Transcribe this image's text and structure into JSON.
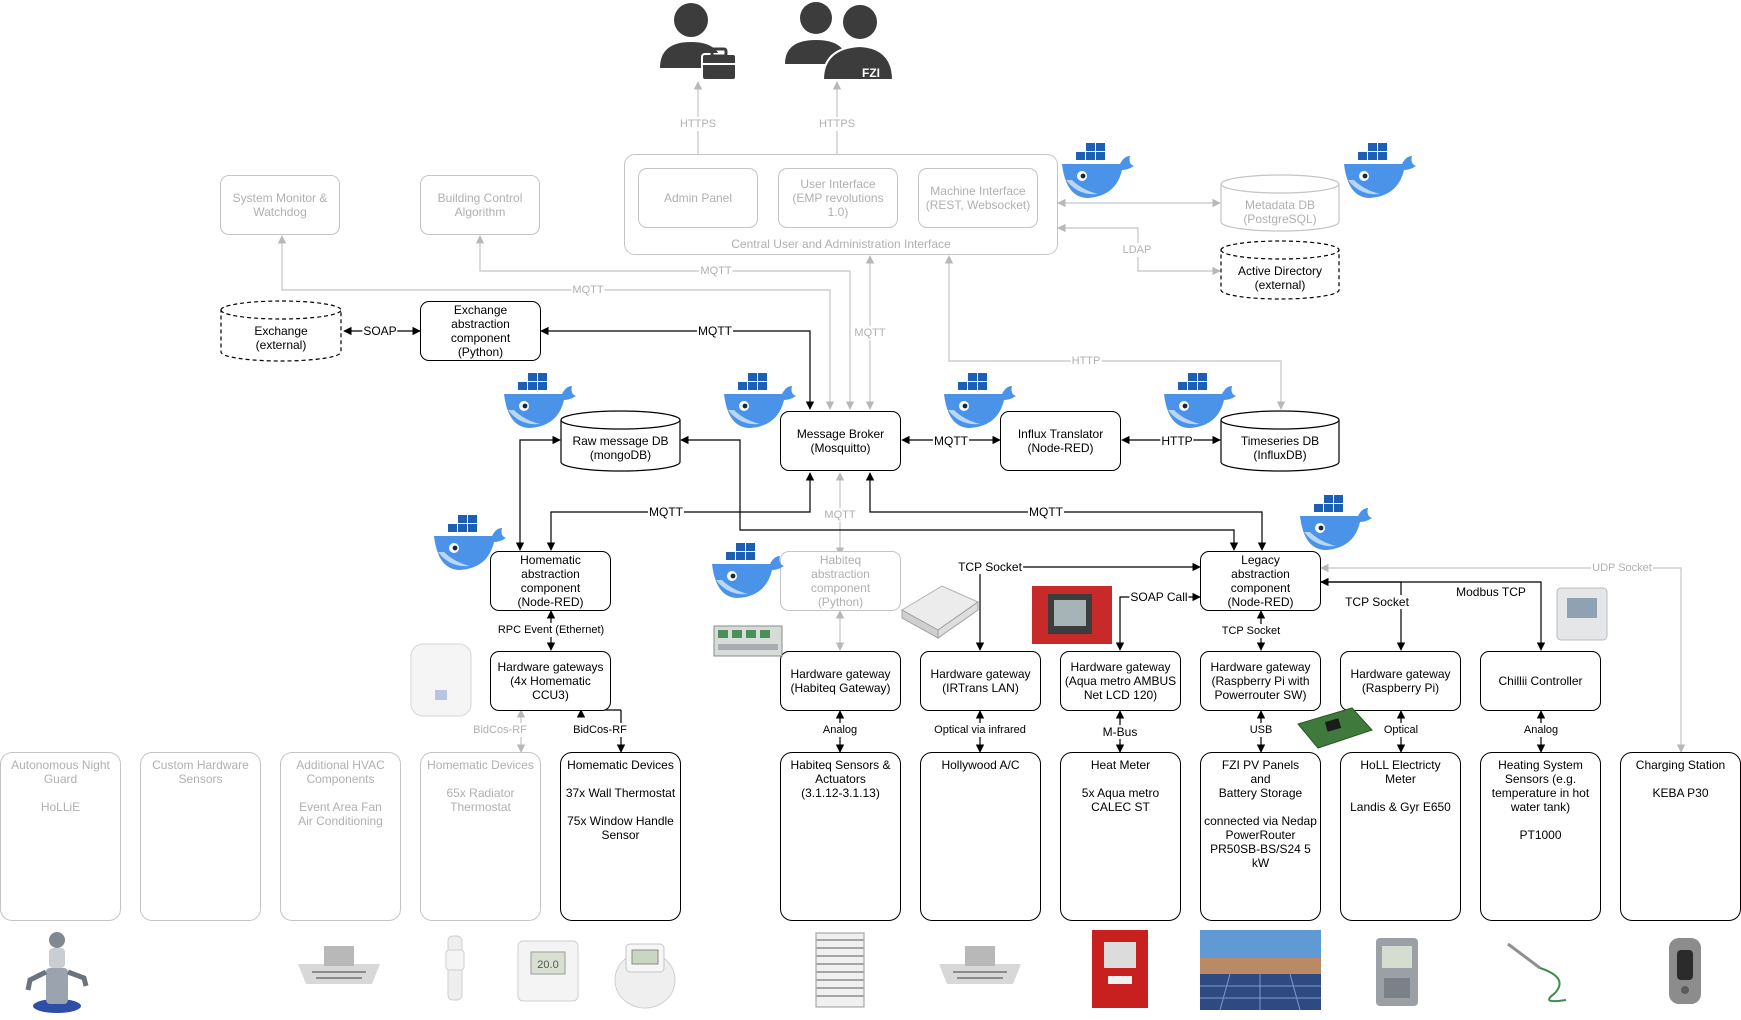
{
  "users": {
    "admin_icon": "admin-user-icon",
    "fzi_icon": "fzi-user-group-icon",
    "fzi_badge": "FZI"
  },
  "central": {
    "label": "Central User and Administration Interface",
    "admin_panel": "Admin Panel",
    "user_interface": "User Interface\n(EMP revolutions 1.0)",
    "machine_interface": "Machine Interface\n(REST, Websocket)"
  },
  "nodes": {
    "system_monitor": "System Monitor &\nWatchdog",
    "building_control": "Building Control\nAlgorithm",
    "exchange_abstraction": "Exchange abstraction\ncomponent\n(Python)",
    "message_broker": "Message Broker\n(Mosquitto)",
    "influx_translator": "Influx Translator\n(Node-RED)",
    "homematic_abstraction": "Homematic\nabstraction\ncomponent\n(Node-RED)",
    "habiteq_abstraction": "Habiteq\nabstraction\ncomponent\n(Python)",
    "legacy_abstraction": "Legacy\nabstraction\ncomponent\n(Node-RED)"
  },
  "databases": {
    "metadata": "Metadata DB\n(PostgreSQL)",
    "active_directory": "Active Directory\n(external)",
    "exchange": "Exchange\n(external)",
    "raw_message": "Raw message DB\n(mongoDB)",
    "timeseries": "Timeseries DB\n(InfluxDB)"
  },
  "gateways": {
    "homematic": "Hardware gateways\n(4x Homematic\nCCU3)",
    "habiteq": "Hardware gateway\n(Habiteq Gateway)",
    "irtrans": "Hardware gateway\n(IRTrans LAN)",
    "aqua": "Hardware gateway\n(Aqua metro AMBUS\nNet LCD 120)",
    "raspi_sw": "Hardware gateway\n(Raspberry Pi with\nPowerrouter SW)",
    "raspi": "Hardware gateway\n(Raspberry Pi)",
    "chillii": "Chillii Controller"
  },
  "devices": {
    "night_guard": "Autonomous Night\nGuard\n\nHoLLiE",
    "custom_hw": "Custom Hardware\nSensors",
    "hvac": "Additional HVAC\nComponents\n\nEvent Area Fan\nAir Conditioning",
    "homematic_faded": "Homematic Devices\n\n65x Radiator\nThermostat",
    "homematic": "Homematic Devices\n\n37x Wall Thermostat\n\n75x Window Handle\nSensor",
    "habiteq": "Habiteq Sensors &\nActuators\n(3.1.12-3.1.13)",
    "hollywood": "Hollywood A/C",
    "heat_meter": "Heat Meter\n\n5x Aqua metro\nCALEC ST",
    "pv": "FZI PV Panels\nand\nBattery Storage\n\nconnected via Nedap\nPowerRouter\nPR50SB-BS/S24 5\nkW",
    "electricity": "HoLL Electricty Meter\n\nLandis & Gyr E650",
    "heating": "Heating System\nSensors (e.g.\ntemperature in hot\nwater tank)\n\nPT1000",
    "charging": "Charging Station\n\nKEBA P30"
  },
  "connections": {
    "https_admin": "HTTPS",
    "https_user": "HTTPS",
    "ldap": "LDAP",
    "mqtt_watchdog": "MQTT",
    "mqtt_control": "MQTT",
    "mqtt_central": "MQTT",
    "soap": "SOAP",
    "mqtt_exchange": "MQTT",
    "http_influx": "HTTP",
    "mqtt_influx": "MQTT",
    "http_timeseries": "HTTP",
    "mqtt_homematic": "MQTT",
    "mqtt_habiteq": "MQTT",
    "mqtt_legacy": "MQTT",
    "rpc_event": "RPC Event (Ethernet)",
    "bidcos_faded": "BidCos-RF",
    "bidcos": "BidCos-RF",
    "analog_habiteq": "Analog",
    "optical_ir": "Optical via infrared",
    "mbus": "M-Bus",
    "usb": "USB",
    "optical": "Optical",
    "analog_heating": "Analog",
    "tcp_irtrans": "TCP Socket",
    "soap_call": "SOAP Call",
    "tcp_gateway": "TCP Socket",
    "tcp_raspi": "TCP Socket",
    "modbus": "Modbus TCP",
    "udp": "UDP Socket"
  },
  "colors": {
    "line": "#000000",
    "faded": "#c4c4c4",
    "faded_text": "#b0b0b0",
    "whale_body": "#4b93e8",
    "whale_belly": "#b8d6f8",
    "containers": "#1c5fb5",
    "person": "#3c3c3c"
  },
  "icons": {
    "docker": "docker-whale-icon",
    "robot": "robot-image",
    "fan": "ceiling-fan-image",
    "radiator_thermostat": "radiator-thermostat-image",
    "wall_thermostat": "wall-thermostat-image",
    "window_handle": "window-handle-image",
    "blinds": "blinds-image",
    "heat_meter": "heat-meter-image",
    "solar": "solar-panels-image",
    "meter": "electricity-meter-image",
    "sensor_probe": "sensor-probe-image",
    "charger": "charging-station-image"
  }
}
